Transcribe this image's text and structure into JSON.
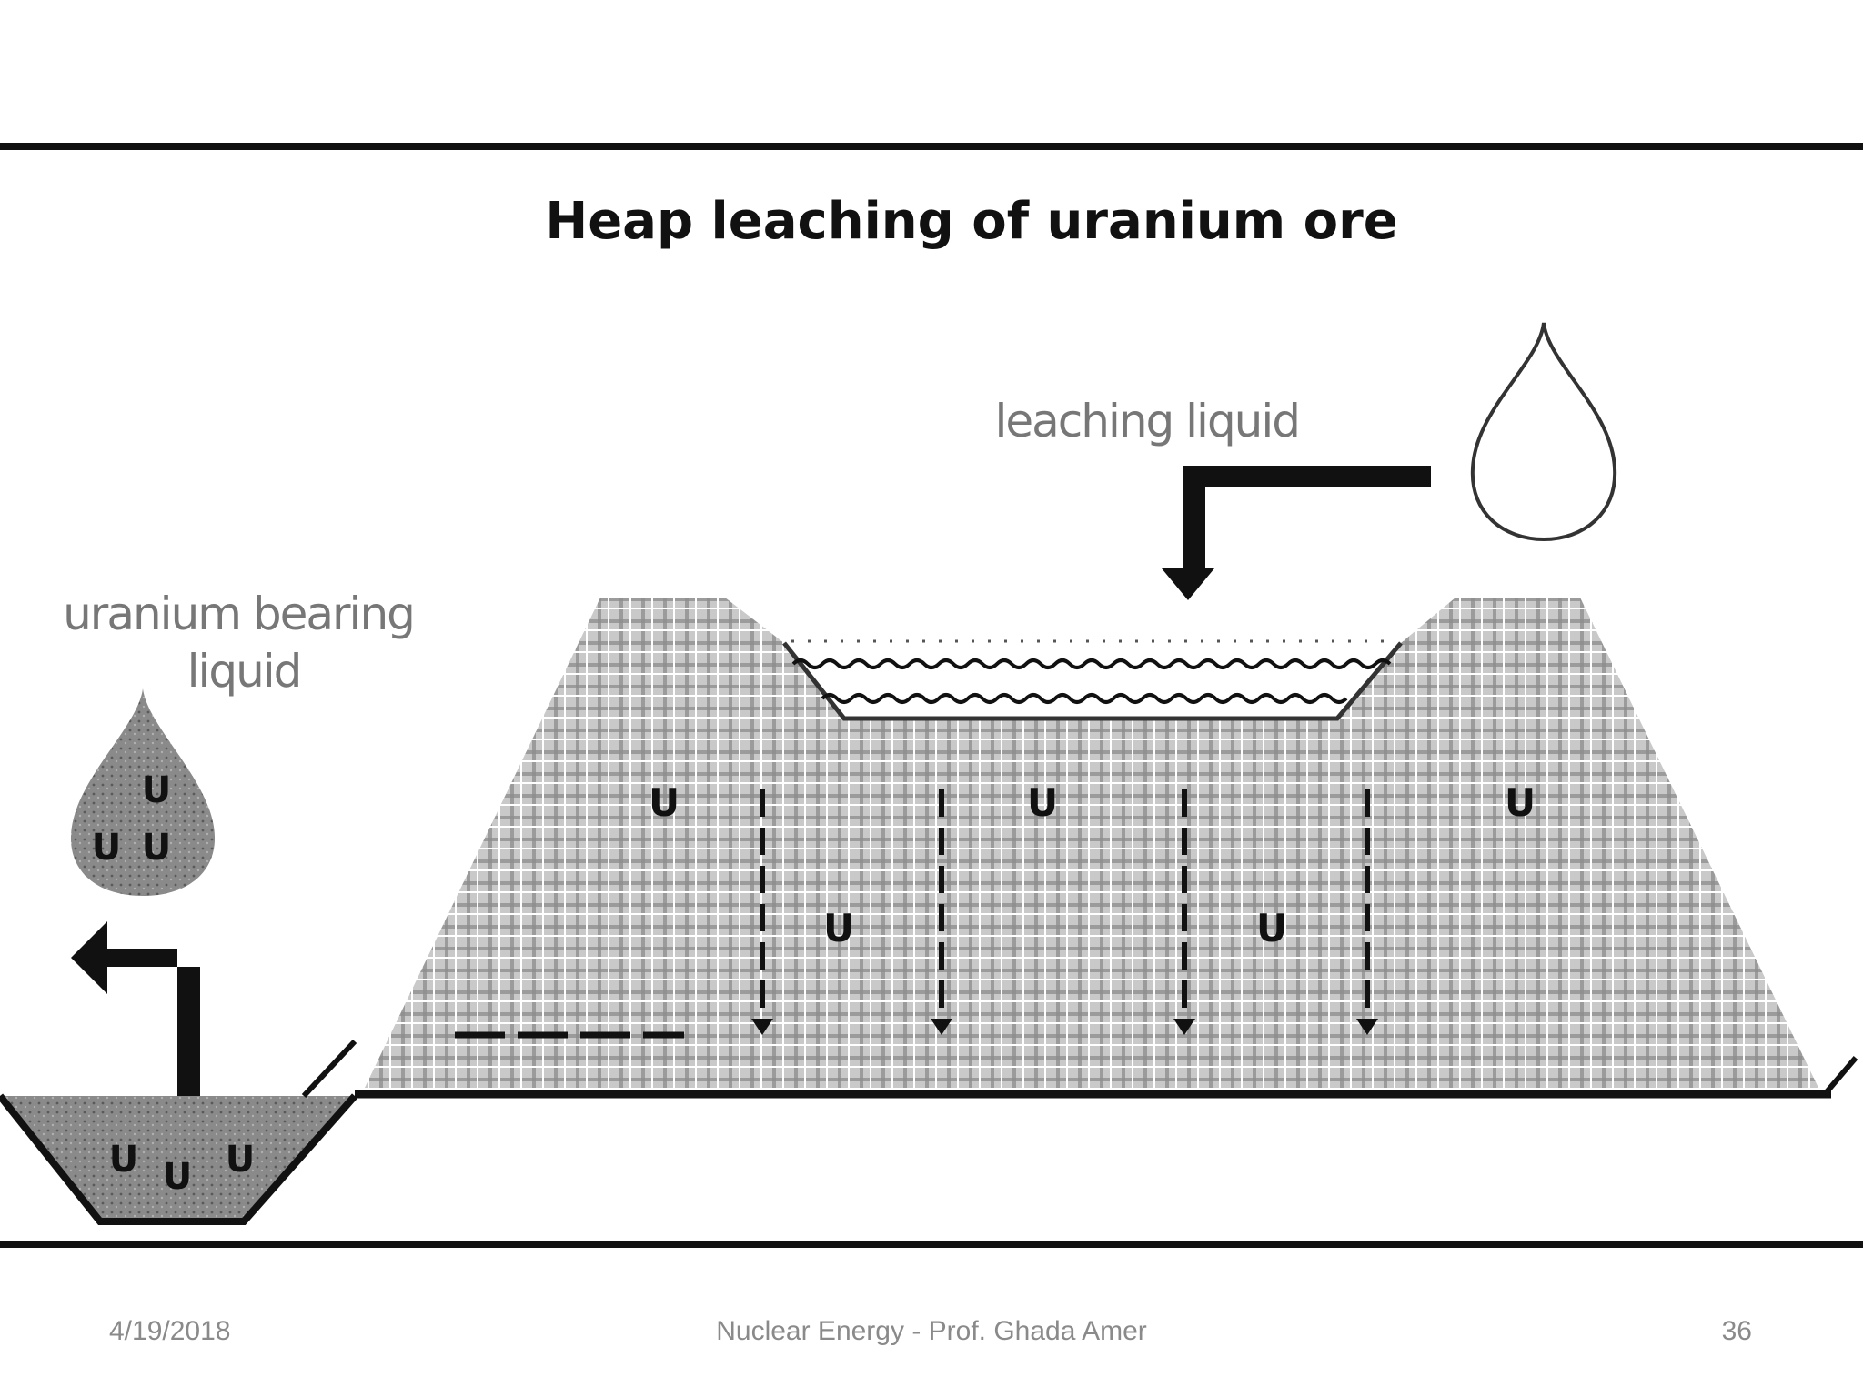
{
  "diagram": {
    "title": "Heap leaching of uranium ore",
    "labels": {
      "leaching_liquid": "leaching liquid",
      "uranium_bearing_line1": "uranium bearing",
      "uranium_bearing_line2": "liquid"
    },
    "uranium_symbol": "U",
    "colors": {
      "ink": "#111111",
      "label_gray": "#777777",
      "heap_fill": "#c9c9c9",
      "grid_dark": "#8c8c8c",
      "liquid_fill": "#8a8a8a"
    }
  },
  "footer": {
    "date": "4/19/2018",
    "title": "Nuclear Energy - Prof. Ghada Amer",
    "page_number": "36"
  }
}
